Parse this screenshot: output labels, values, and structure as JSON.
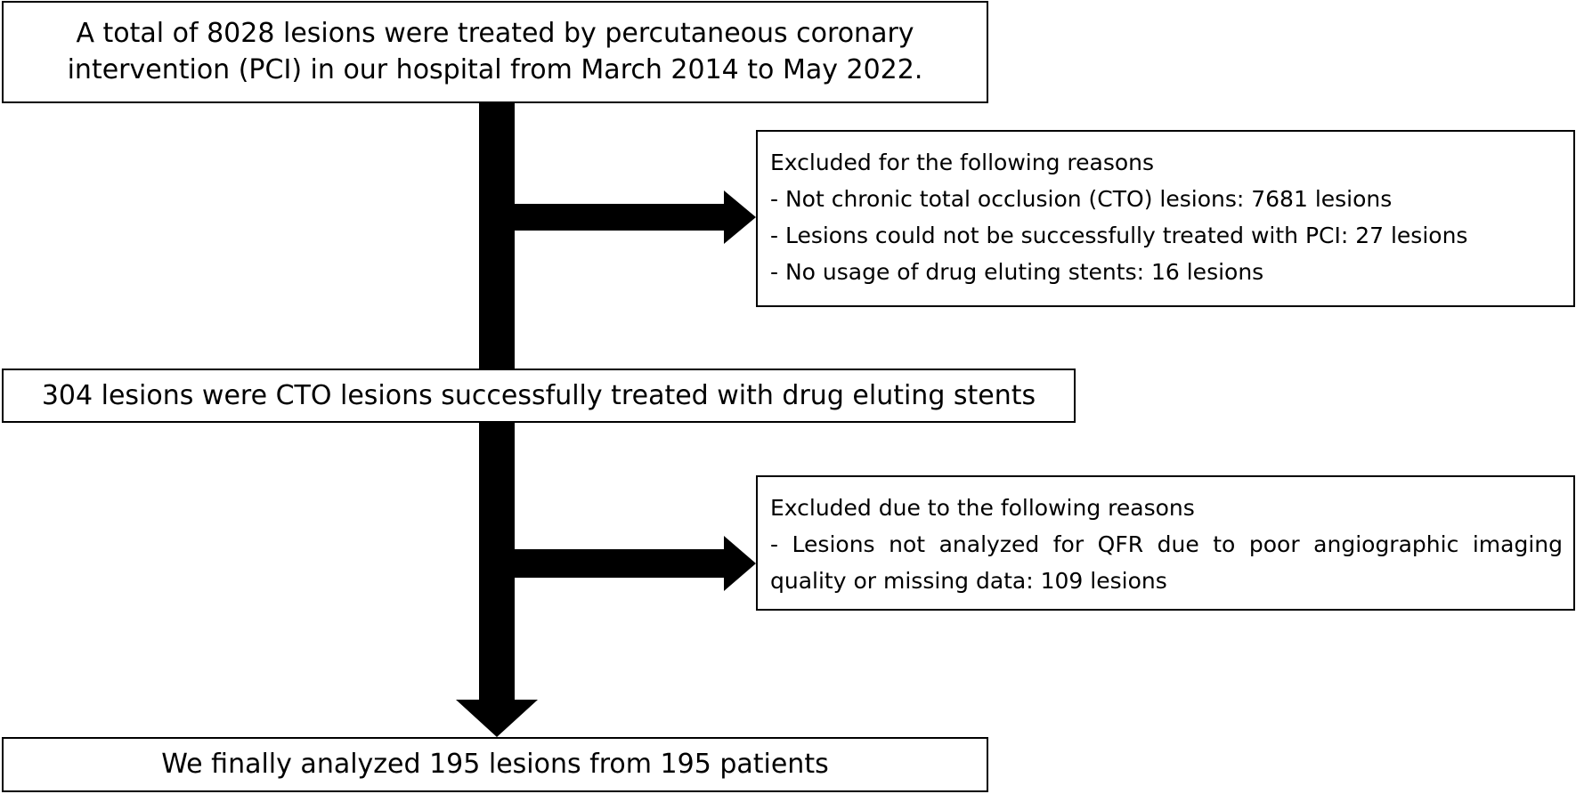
{
  "flowchart": {
    "start_box": {
      "line1": "A total of 8028 lesions were treated by percutaneous coronary",
      "line2": "intervention (PCI) in our hospital from March 2014 to May 2022."
    },
    "exclusion_1": {
      "heading": "Excluded for the following reasons",
      "items": [
        " - Not chronic total occlusion (CTO) lesions: 7681 lesions",
        " - Lesions could not be successfully treated with PCI: 27 lesions",
        " - No usage of drug eluting stents: 16 lesions"
      ]
    },
    "middle_box": {
      "text": "304 lesions were CTO lesions successfully treated with drug eluting stents"
    },
    "exclusion_2": {
      "heading": "Excluded due to the following reasons",
      "item": " - Lesions not analyzed for QFR due to poor angiographic imaging quality or missing data: 109 lesions"
    },
    "final_box": {
      "text": "We finally analyzed 195 lesions from 195 patients"
    }
  },
  "colors": {
    "stroke": "#000000",
    "background": "#ffffff"
  }
}
